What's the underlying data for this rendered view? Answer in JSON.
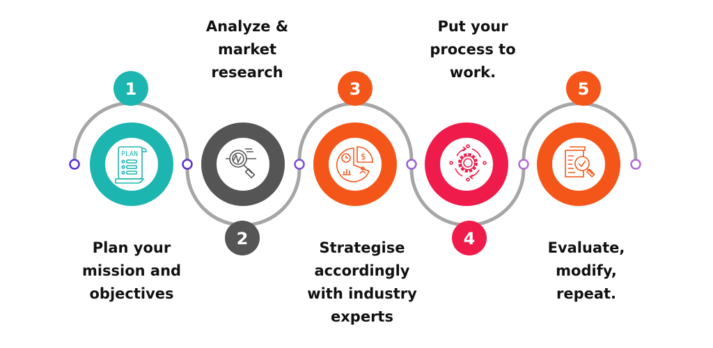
{
  "steps": [
    {
      "number": "1",
      "label": "Plan your\nmission and\nobjectives",
      "icon": "plan-scroll-icon",
      "color": "#1CB5B0",
      "badge_position": "top",
      "label_position": "bottom"
    },
    {
      "number": "2",
      "label": "Analyze &\nmarket\nresearch",
      "icon": "analysis-magnifier-icon",
      "color": "#555555",
      "badge_position": "bottom",
      "label_position": "top"
    },
    {
      "number": "3",
      "label": "Strategise\naccordingly\nwith industry\nexperts",
      "icon": "pie-chart-strategy-icon",
      "color": "#F4561A",
      "badge_position": "top",
      "label_position": "bottom"
    },
    {
      "number": "4",
      "label": "Put your\nprocess to\nwork.",
      "icon": "gear-cycle-icon",
      "color": "#EE1B4B",
      "badge_position": "bottom",
      "label_position": "top"
    },
    {
      "number": "5",
      "label": "Evaluate,\nmodify,\nrepeat.",
      "icon": "document-review-icon",
      "color": "#F4561A",
      "badge_position": "top",
      "label_position": "bottom"
    }
  ],
  "colors": {
    "path": "#A6A6A6",
    "node_start": "#5A2ECF",
    "node_end": "#B36AD6"
  }
}
